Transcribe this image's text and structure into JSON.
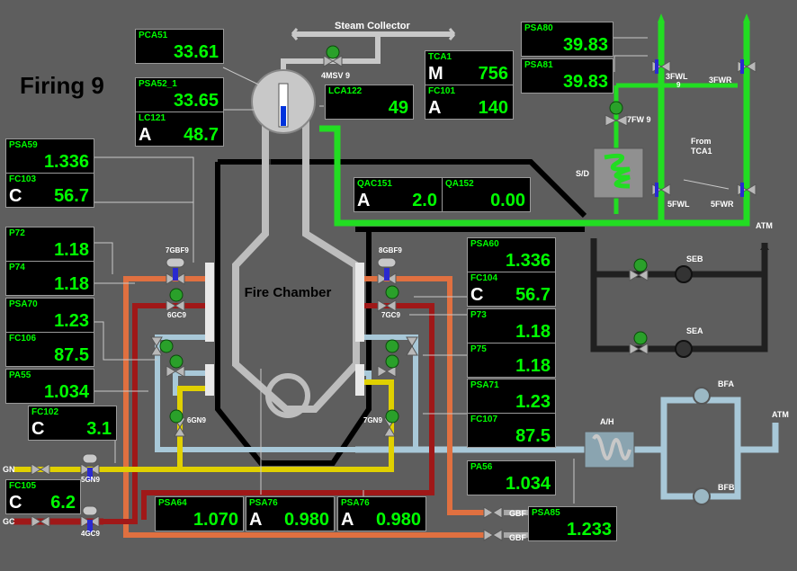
{
  "title": "Firing 9",
  "fire_chamber": "Fire Chamber",
  "labels": {
    "steam_collector": "Steam Collector",
    "msv": "4MSV 9",
    "fwl3": "3FWL",
    "fwl3b": "9",
    "fwr3": "3FWR",
    "fw7": "7FW 9",
    "sd": "S/D",
    "from": "From",
    "tca1": "TCA1",
    "fwl5": "5FWL",
    "fwr5": "5FWR",
    "atm1": "ATM",
    "seb": "SEB",
    "sea": "SEA",
    "bfa": "BFA",
    "bfb": "BFB",
    "atm2": "ATM",
    "ah": "A/H",
    "gbf9l": "7GBF9",
    "gc9l": "6GC9",
    "gbf9r": "8GBF9",
    "gc9r": "7GC9",
    "gn9l": "6GN9",
    "gn9r": "7GN9",
    "gn9b": "5GN9",
    "gc9b": "4GC9",
    "gn": "GN",
    "gc": "GC",
    "gbf1": "GBF",
    "gbf2": "GBF"
  },
  "instruments": {
    "pca51": {
      "tag": "PCA51",
      "value": "33.61"
    },
    "psa52": {
      "tag": "PSA52_1",
      "value": "33.65"
    },
    "lc121": {
      "tag": "LC121",
      "mode": "A",
      "value": "48.7"
    },
    "lca122": {
      "tag": "LCA122",
      "value": "49"
    },
    "tca1": {
      "tag": "TCA1",
      "mode": "M",
      "value": "756"
    },
    "fc101": {
      "tag": "FC101",
      "mode": "A",
      "value": "140"
    },
    "psa80": {
      "tag": "PSA80",
      "value": "39.83"
    },
    "psa81": {
      "tag": "PSA81",
      "value": "39.83"
    },
    "psa59": {
      "tag": "PSA59",
      "value": "1.336"
    },
    "fc103": {
      "tag": "FC103",
      "mode": "C",
      "value": "56.7"
    },
    "qac151": {
      "tag": "QAC151",
      "mode": "A",
      "value": "2.0"
    },
    "qa152": {
      "tag": "QA152",
      "value": "0.00"
    },
    "p72": {
      "tag": "P72",
      "value": "1.18"
    },
    "p74": {
      "tag": "P74",
      "value": "1.18"
    },
    "psa70": {
      "tag": "PSA70",
      "value": "1.23"
    },
    "fc106": {
      "tag": "FC106",
      "value": "87.5"
    },
    "pa55": {
      "tag": "PA55",
      "value": "1.034"
    },
    "fc102": {
      "tag": "FC102",
      "mode": "C",
      "value": "3.1"
    },
    "fc105": {
      "tag": "FC105",
      "mode": "C",
      "value": "6.2"
    },
    "psa60": {
      "tag": "PSA60",
      "value": "1.336"
    },
    "fc104": {
      "tag": "FC104",
      "mode": "C",
      "value": "56.7"
    },
    "p73": {
      "tag": "P73",
      "value": "1.18"
    },
    "p75": {
      "tag": "P75",
      "value": "1.18"
    },
    "psa71": {
      "tag": "PSA71",
      "value": "1.23"
    },
    "fc107": {
      "tag": "FC107",
      "value": "87.5"
    },
    "pa56": {
      "tag": "PA56",
      "value": "1.034"
    },
    "psa85": {
      "tag": "PSA85",
      "value": "1.233"
    },
    "psa64": {
      "tag": "PSA64",
      "value": "1.070"
    },
    "psa76a": {
      "tag": "PSA76",
      "mode": "A",
      "value": "0.980"
    },
    "psa76b": {
      "tag": "PSA76",
      "mode": "A",
      "value": "0.980"
    }
  },
  "colors": {
    "background": "#5e5e5e",
    "value_text": "#00ff00",
    "steam_pipe": "#c8c8c8",
    "water_pipe": "#22dd22",
    "gas_bf_pipe": "#e07040",
    "gas_gc_pipe": "#a01818",
    "gas_gn_pipe": "#e0d000",
    "air_pipe": "#a8c8d8",
    "flue_pipe": "#202020"
  }
}
